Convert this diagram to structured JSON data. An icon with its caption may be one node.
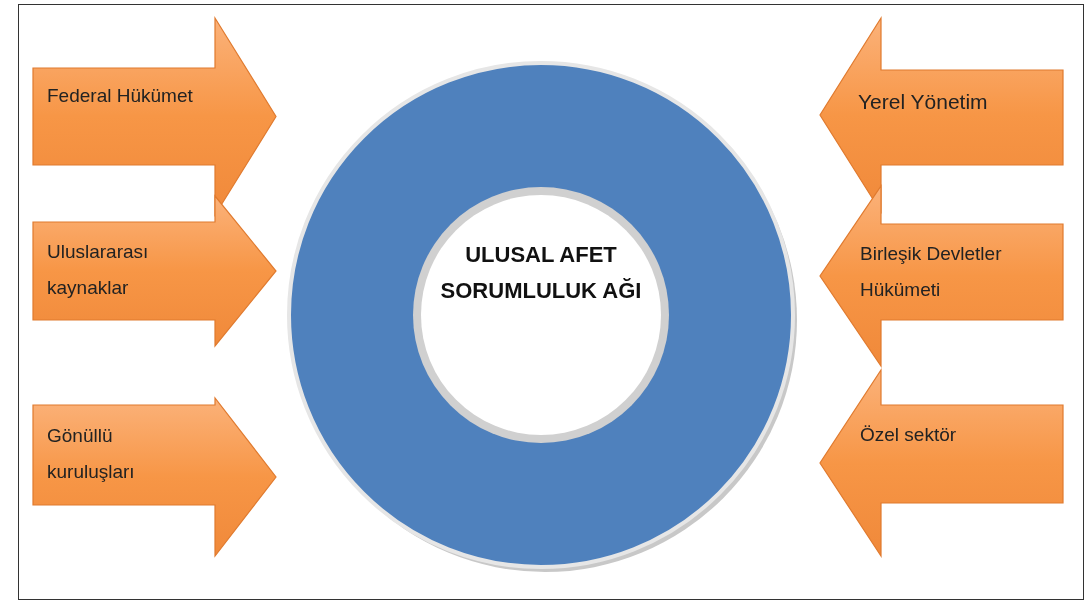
{
  "diagram": {
    "nodes": [
      {
        "text": [
          "Federal Hükümet"
        ]
      },
      {
        "text": [
          "Uluslararası kaynaklar"
        ]
      },
      {
        "text": [
          "Gönüllü kuruluşları"
        ]
      },
      {
        "text": [
          "ULUSAL AFET SORUMLULUK AĞI"
        ]
      },
      {
        "text": [
          "Yerel Yönetim"
        ]
      },
      {
        "text": [
          "Birleşik Devletler Hükümeti"
        ]
      },
      {
        "text": [
          "Özel sektör"
        ]
      }
    ]
  }
}
